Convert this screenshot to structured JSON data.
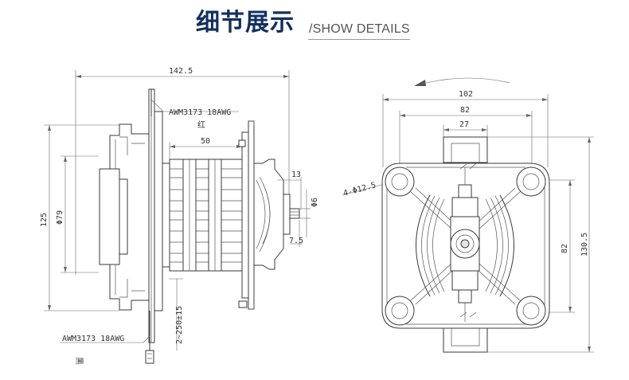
{
  "header": {
    "title_cn": "细节展示",
    "title_en": "/SHOW DETAILS"
  },
  "side_view": {
    "dim_total_length": "142.5",
    "dim_stator_stack": "50",
    "dim_shaft_length": "13",
    "dim_shaft_dia": "Φ6",
    "dim_shaft_flat": "7.5",
    "dim_height": "125",
    "dim_body_dia": "Φ79",
    "dim_lead_length": "2~250±15",
    "lead_wire_top": "AWM3173 18AWG",
    "lead_wire_top_color": "红",
    "lead_wire_bottom": "AWM3173 18AWG",
    "lead_wire_bottom_color": "黑"
  },
  "front_view": {
    "dim_width_outer": "102",
    "dim_width_inner": "82",
    "dim_width_slot": "27",
    "dim_height_outer": "130.5",
    "dim_height_inner": "82",
    "dim_holes": "4-Φ12.5"
  }
}
